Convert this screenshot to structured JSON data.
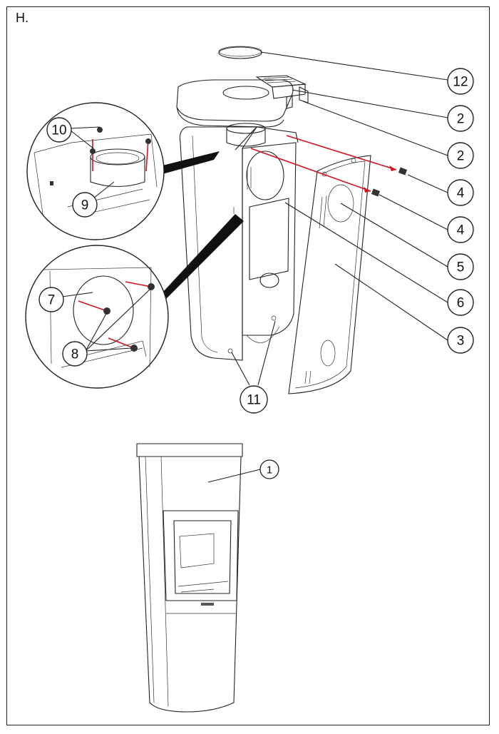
{
  "section_label": "H.",
  "colors": {
    "accent_red": "#d2141e",
    "line": "#222222",
    "panel_fill": "#f2f2f2"
  },
  "callouts": [
    {
      "id": "c12",
      "label": "12"
    },
    {
      "id": "c2a",
      "label": "2"
    },
    {
      "id": "c2b",
      "label": "2"
    },
    {
      "id": "c4a",
      "label": "4"
    },
    {
      "id": "c4b",
      "label": "4"
    },
    {
      "id": "c5",
      "label": "5"
    },
    {
      "id": "c6",
      "label": "6"
    },
    {
      "id": "c3",
      "label": "3"
    },
    {
      "id": "c11",
      "label": "11"
    },
    {
      "id": "c10",
      "label": "10"
    },
    {
      "id": "c9",
      "label": "9"
    },
    {
      "id": "c7",
      "label": "7"
    },
    {
      "id": "c8",
      "label": "8"
    },
    {
      "id": "c1",
      "label": "1"
    }
  ]
}
